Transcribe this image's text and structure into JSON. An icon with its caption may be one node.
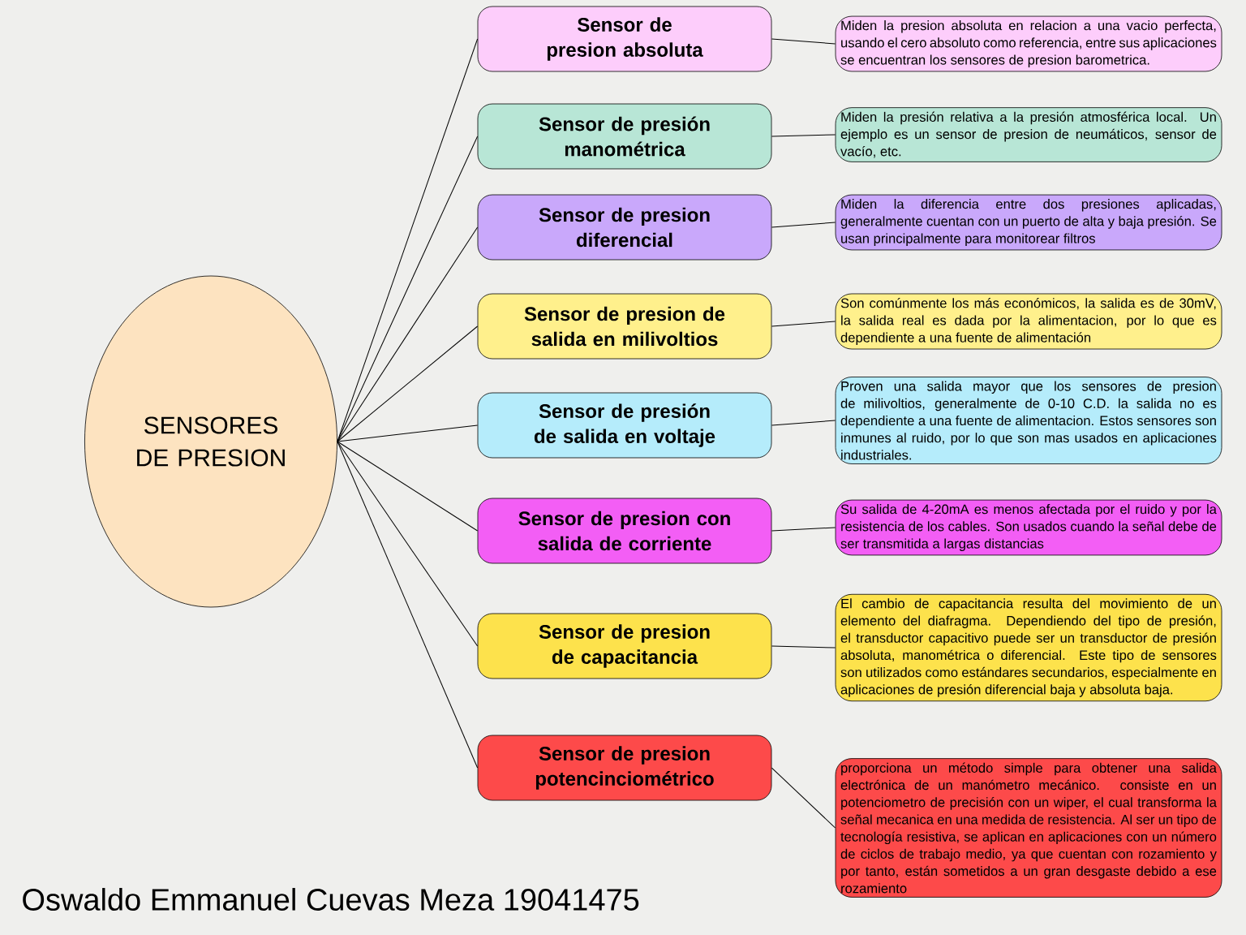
{
  "diagram": {
    "nodes": [
      {
        "text": [
          "SENSORES DE PRESION"
        ]
      },
      {
        "text": [
          "Sensor de presion absoluta"
        ]
      },
      {
        "text": [
          "Sensor de presión manométrica"
        ]
      },
      {
        "text": [
          "Sensor de presion diferencial"
        ]
      },
      {
        "text": [
          "Sensor de presion de salida en milivoltios"
        ]
      },
      {
        "text": [
          "Sensor de presión de salida en voltaje"
        ]
      },
      {
        "text": [
          "Sensor de presion con salida de corriente"
        ]
      },
      {
        "text": [
          "Sensor de presion de capacitancia"
        ]
      },
      {
        "text": [
          "Sensor de presion potencinciométrico"
        ]
      },
      {
        "text": [
          "Miden la presion absoluta en relacion a una vacio perfecta, usando el cero absoluto como referencia, entre sus aplicaciones se encuentran los sensores de presion barometrica."
        ]
      },
      {
        "text": [
          "Miden la presión relativa a la presión atmosférica local. Un ejemplo es un sensor de presion de neumáticos, sensor de vacío, etc."
        ]
      },
      {
        "text": [
          "Miden la diferencia entre dos presiones aplicadas, generalmente cuentan con un puerto de alta y baja presión. Se usan principalmente para monitorear filtros"
        ]
      },
      {
        "text": [
          "Son comúnmente los más económicos, la salida es de 30mV, la salida real es dada por la alimentacion, por lo que es dependiente a una fuente de alimentación"
        ]
      },
      {
        "text": [
          "Proven una salida mayor que los sensores de presion de milivoltios, generalmente de 0-10 C.D. la salida no es dependiente a una fuente de alimentacion. Estos sensores son inmunes al ruido, por lo que son mas usados en aplicaciones industriales."
        ]
      },
      {
        "text": [
          "Su salida de 4-20mA es menos afectada por el ruido y por la resistencia de los cables. Son usados cuando la señal debe de ser transmitida a largas distancias"
        ]
      },
      {
        "text": [
          "El cambio de capacitancia resulta del movimiento de un elemento del diafragma. Dependiendo del tipo de presión, el transductor capacitivo puede ser un transductor de presión absoluta, manométrica o diferencial. Este tipo de sensores son utilizados como estándares secundarios, especialmente en aplicaciones de presión diferencial baja y absoluta baja."
        ]
      },
      {
        "text": [
          "proporciona un método simple para obtener una salida electrónica de un manómetro mecánico. consiste en un potenciometro de precisión con un wiper, el cual transforma la señal mecanica en una medida de resistencia. Al ser un tipo de tecnología resistiva, se aplican en aplicaciones con un número de ciclos de trabajo medio, ya que cuentan con rozamiento y por tanto, están sometidos a un gran desgaste debido a ese rozamiento"
        ]
      }
    ],
    "edges": [
      {
        "from": 0,
        "to": 1,
        "arrow": "none"
      },
      {
        "from": 0,
        "to": 2,
        "arrow": "none"
      },
      {
        "from": 0,
        "to": 3,
        "arrow": "none"
      },
      {
        "from": 0,
        "to": 4,
        "arrow": "none"
      },
      {
        "from": 0,
        "to": 5,
        "arrow": "none"
      },
      {
        "from": 0,
        "to": 6,
        "arrow": "none"
      },
      {
        "from": 0,
        "to": 7,
        "arrow": "none"
      },
      {
        "from": 0,
        "to": 8,
        "arrow": "none"
      },
      {
        "from": 1,
        "to": 9,
        "arrow": "none"
      },
      {
        "from": 2,
        "to": 10,
        "arrow": "none"
      },
      {
        "from": 3,
        "to": 11,
        "arrow": "none"
      },
      {
        "from": 4,
        "to": 12,
        "arrow": "none"
      },
      {
        "from": 5,
        "to": 13,
        "arrow": "none"
      },
      {
        "from": 6,
        "to": 14,
        "arrow": "none"
      },
      {
        "from": 7,
        "to": 15,
        "arrow": "none"
      },
      {
        "from": 8,
        "to": 16,
        "arrow": "none"
      }
    ],
    "labels": [
      "Oswaldo Emmanuel Cuevas Meza 19041475"
    ]
  }
}
